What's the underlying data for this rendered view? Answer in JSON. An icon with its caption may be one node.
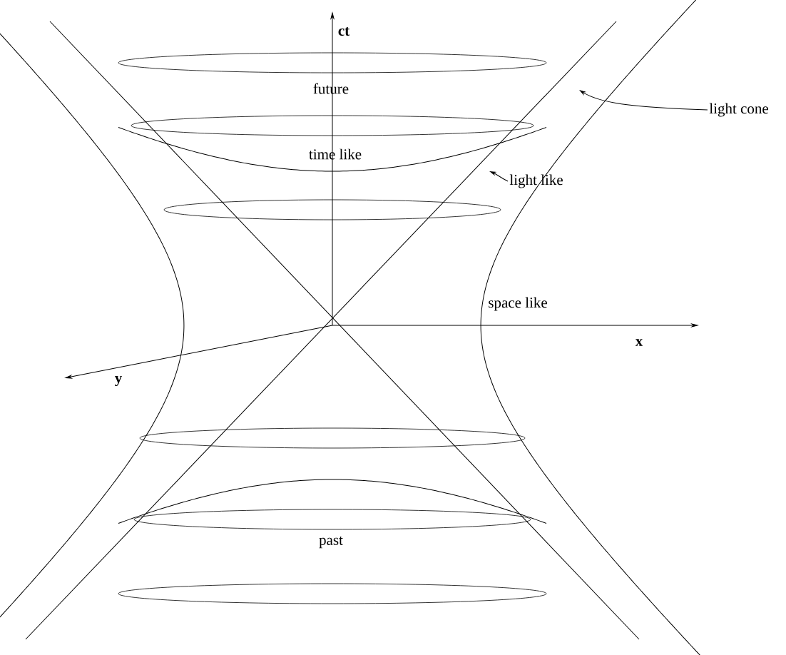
{
  "diagram": {
    "nodes": [
      {
        "text": [
          "light cone"
        ]
      },
      {
        "text": [
          "light like"
        ]
      }
    ],
    "edges": [
      {
        "from": 0,
        "to": null,
        "arrow": "to"
      },
      {
        "from": 1,
        "to": null,
        "arrow": "to"
      }
    ],
    "labels": [
      "ct",
      "future",
      "time like",
      "space like",
      "x",
      "y",
      "past"
    ]
  }
}
